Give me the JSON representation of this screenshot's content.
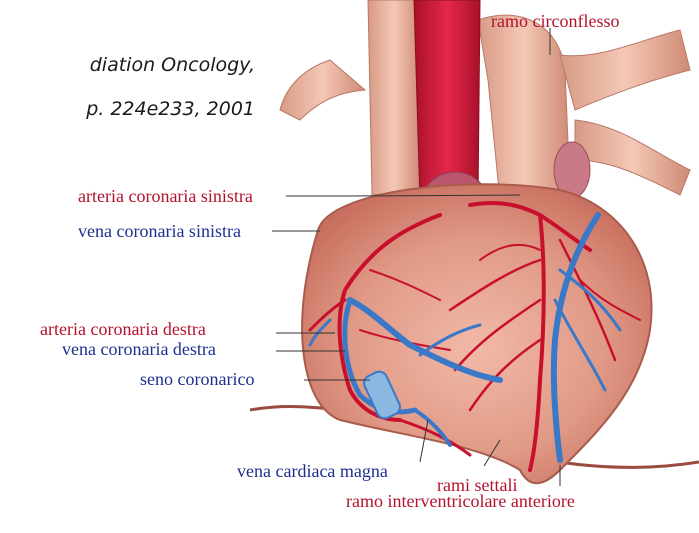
{
  "citation": {
    "line1": "diation Oncology,",
    "line2": "p. 224e233, 2001"
  },
  "labels": {
    "ramo_circonflesso": "ramo circonflesso",
    "arteria_coronaria_sinistra": "arteria coronaria sinistra",
    "vena_coronaria_sinistra": "vena coronaria sinistra",
    "arteria_coronaria_destra": "arteria coronaria destra",
    "vena_coronaria_destra": "vena coronaria destra",
    "seno_coronarico": "seno coronarico",
    "vena_cardiaca_magna": "vena cardiaca magna",
    "rami_settali": "rami settali",
    "ramo_interventricolare_anteriore": "ramo interventricolare anteriore"
  },
  "colors": {
    "artery_label": "#b4122e",
    "vein_label": "#1f2f8e",
    "artery": "#c8102e",
    "vein": "#3a78c8",
    "heart": "#d98c7a"
  }
}
